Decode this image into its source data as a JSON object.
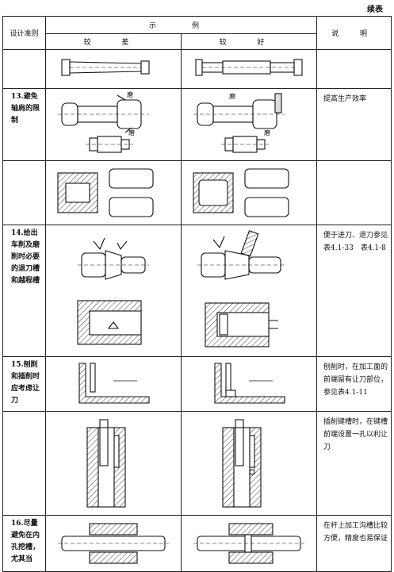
{
  "continued": "续表",
  "headers": {
    "rule": "设计准则",
    "example": "示　例",
    "bad": "较 差",
    "good": "较 好",
    "note": "说 明"
  },
  "rows": [
    {
      "rule": "",
      "note": ""
    },
    {
      "rule": "13.避免轴肩的限制",
      "note": "提高生产效率"
    },
    {
      "rule": "",
      "note": ""
    },
    {
      "rule": "14.给出车削及磨削时必要的退刀槽和越程槽",
      "note": "便于进刀、退刀参见表4.1-33　表4.1-8"
    },
    {
      "rule": "15.刨削和插削时应考虑让刀",
      "note": "刨削时，在加工面的前端留有让刀部位，参见表4.1-11"
    },
    {
      "rule": "",
      "note": "插削键槽时，在键槽前端设置一孔以利让刀"
    },
    {
      "rule": "16.尽量避免在内孔挖槽，尤其当",
      "note": "在杆上加工沟槽比较方便，精度也易保证"
    }
  ],
  "annotations": {
    "grind": "磨"
  }
}
